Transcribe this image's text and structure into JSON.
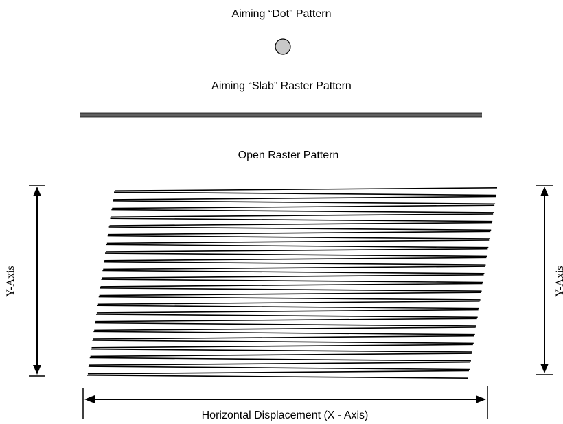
{
  "labels": {
    "dot_pattern": "Aiming “Dot” Pattern",
    "slab_pattern": "Aiming “Slab” Raster Pattern",
    "open_pattern": "Open Raster Pattern",
    "y_axis_left": "Y-Axis",
    "y_axis_right": "Y-Axis",
    "x_axis": "Horizontal Displacement (X - Axis)"
  },
  "colors": {
    "dot_fill": "#c8c8c8",
    "stroke": "#000000"
  },
  "diagram": {
    "slab_line_count": 6,
    "raster_line_count": 44
  }
}
